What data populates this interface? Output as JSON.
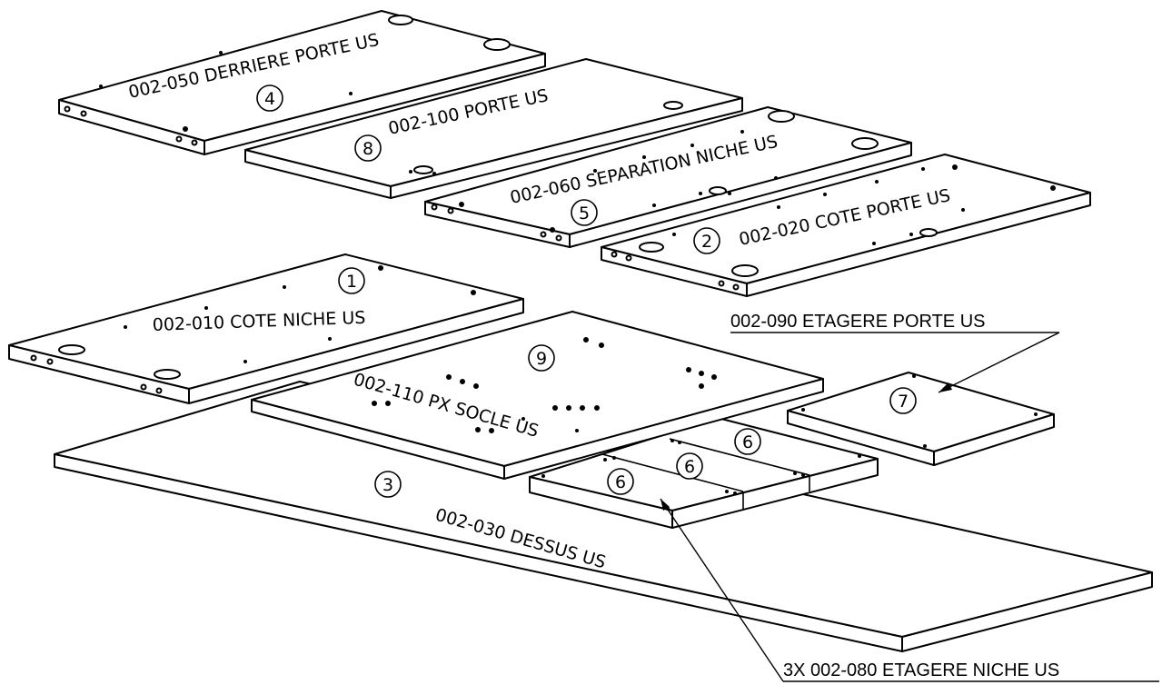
{
  "parts": [
    {
      "id": "derriere-porte",
      "label": "002-050 DERRIERE PORTE US",
      "balloon": "4"
    },
    {
      "id": "porte",
      "label": "002-100 PORTE US",
      "balloon": "8"
    },
    {
      "id": "separation-niche",
      "label": "002-060 SEPARATION NICHE US",
      "balloon": "5"
    },
    {
      "id": "cote-porte",
      "label": "002-020 COTE PORTE US",
      "balloon": "2"
    },
    {
      "id": "cote-niche",
      "label": "002-010 COTE NICHE US",
      "balloon": "1"
    },
    {
      "id": "px-socle",
      "label": "002-110 PX SOCLE US",
      "balloon": "9"
    },
    {
      "id": "dessus",
      "label": "002-030 DESSUS US",
      "balloon": "3"
    },
    {
      "id": "etagere-porte",
      "label": "",
      "balloon": "7"
    },
    {
      "id": "etagere-niche-a",
      "label": "",
      "balloon": "6"
    },
    {
      "id": "etagere-niche-b",
      "label": "",
      "balloon": "6"
    },
    {
      "id": "etagere-niche-c",
      "label": "",
      "balloon": "6"
    }
  ],
  "callouts": [
    {
      "id": "etagere-porte-callout",
      "label": "002-090 ETAGERE PORTE US"
    },
    {
      "id": "etagere-niche-callout",
      "label": "3X 002-080 ETAGERE NICHE US"
    }
  ],
  "colors": {
    "line": "#000000",
    "paper": "#ffffff"
  }
}
